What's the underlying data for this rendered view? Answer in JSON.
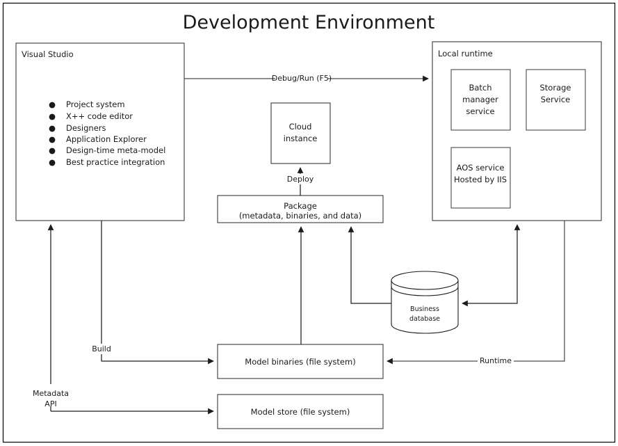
{
  "page": {
    "title": "Development Environment",
    "background_color": "#ffffff",
    "border_color": "#000000",
    "text_color": "#1a1a1a",
    "connector_color": "#4a4a4a"
  },
  "diagram_type": "block-flow-diagram",
  "containers": [
    {
      "id": "visual-studio",
      "title": "Visual Studio",
      "bullets": [
        "Project system",
        "X++ code editor",
        "Designers",
        "Application Explorer",
        "Design-time meta-model",
        "Best practice integration"
      ]
    },
    {
      "id": "local-runtime",
      "title": "Local runtime",
      "children": [
        {
          "id": "batch-manager-service",
          "lines": [
            "Batch",
            "manager",
            "service"
          ]
        },
        {
          "id": "storage-service",
          "lines": [
            "Storage",
            "Service"
          ]
        },
        {
          "id": "aos-service",
          "lines": [
            "AOS service",
            "Hosted by IIS"
          ]
        }
      ]
    }
  ],
  "nodes": [
    {
      "id": "cloud-instance",
      "lines": [
        "Cloud",
        "instance"
      ]
    },
    {
      "id": "package",
      "lines": [
        "Package",
        "(metadata, binaries, and data)"
      ]
    },
    {
      "id": "business-database",
      "lines": [
        "Business",
        "database"
      ],
      "shape": "cylinder"
    },
    {
      "id": "model-binaries",
      "lines": [
        "Model binaries (file system)"
      ]
    },
    {
      "id": "model-store",
      "lines": [
        "Model store (file system)"
      ]
    }
  ],
  "edges": [
    {
      "id": "debug-run",
      "label": "Debug/Run (F5)",
      "from": "visual-studio",
      "to": "local-runtime"
    },
    {
      "id": "deploy",
      "label": "Deploy",
      "from": "package",
      "to": "cloud-instance"
    },
    {
      "id": "build",
      "label": "Build",
      "from": "visual-studio",
      "to": "model-binaries"
    },
    {
      "id": "metadata-api",
      "label_lines": [
        "Metadata",
        "API"
      ],
      "from": "model-store",
      "to": "visual-studio"
    },
    {
      "id": "runtime",
      "label": "Runtime",
      "from": "local-runtime",
      "to": "model-binaries"
    },
    {
      "id": "binaries-to-package",
      "label": "",
      "from": "model-binaries",
      "to": "package"
    },
    {
      "id": "database-to-package",
      "label": "",
      "from": "business-database",
      "to": "package"
    },
    {
      "id": "runtime-to-database",
      "label": "",
      "from": "local-runtime",
      "to": "business-database"
    }
  ]
}
